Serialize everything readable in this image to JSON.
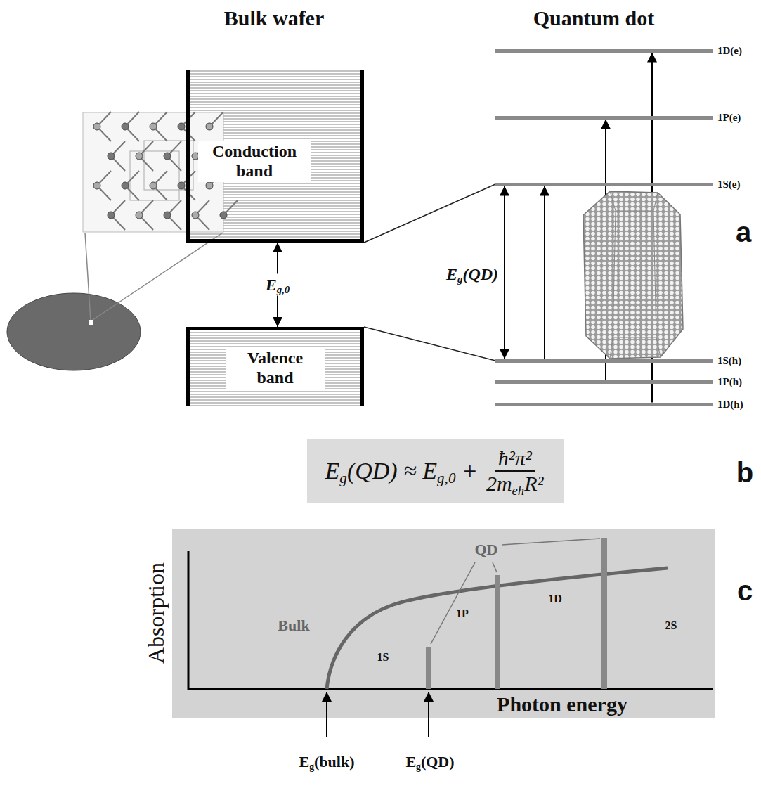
{
  "diagram": {
    "nodes": [
      {
        "text": [
          "Conduction band"
        ]
      },
      {
        "text": [
          "Valence band"
        ]
      },
      {
        "text": [
          "1D(e)"
        ]
      },
      {
        "text": [
          "1P(e)"
        ]
      },
      {
        "text": [
          "1S(e)"
        ]
      },
      {
        "text": [
          "1S(h)"
        ]
      },
      {
        "text": [
          "1P(h)"
        ]
      },
      {
        "text": [
          "1D(h)"
        ]
      },
      {
        "text": [
          "Eg(QD) ≈ Eg,0 +",
          "ħ²π²",
          "2mehR²"
        ]
      }
    ],
    "edges": [
      {
        "from": 0,
        "to": 1,
        "arrow": "both",
        "label": "Eg,0"
      },
      {
        "from": 0,
        "to": 4,
        "arrow": "none"
      },
      {
        "from": 1,
        "to": 5,
        "arrow": "none"
      },
      {
        "from": 5,
        "to": 4,
        "arrow": "both",
        "label": "Eg(QD)"
      },
      {
        "from": 5,
        "to": 4,
        "arrow": "to"
      },
      {
        "from": 6,
        "to": 3,
        "arrow": "to"
      },
      {
        "from": 7,
        "to": 2,
        "arrow": "to"
      }
    ],
    "labels": [
      "Bulk wafer",
      "Quantum dot",
      "a",
      "b",
      "Absorption",
      "Bulk",
      "QD",
      "1S",
      "1P",
      "1D",
      "2S",
      "Photon energy",
      "Eg(bulk)",
      "Eg(QD)",
      "c"
    ]
  }
}
